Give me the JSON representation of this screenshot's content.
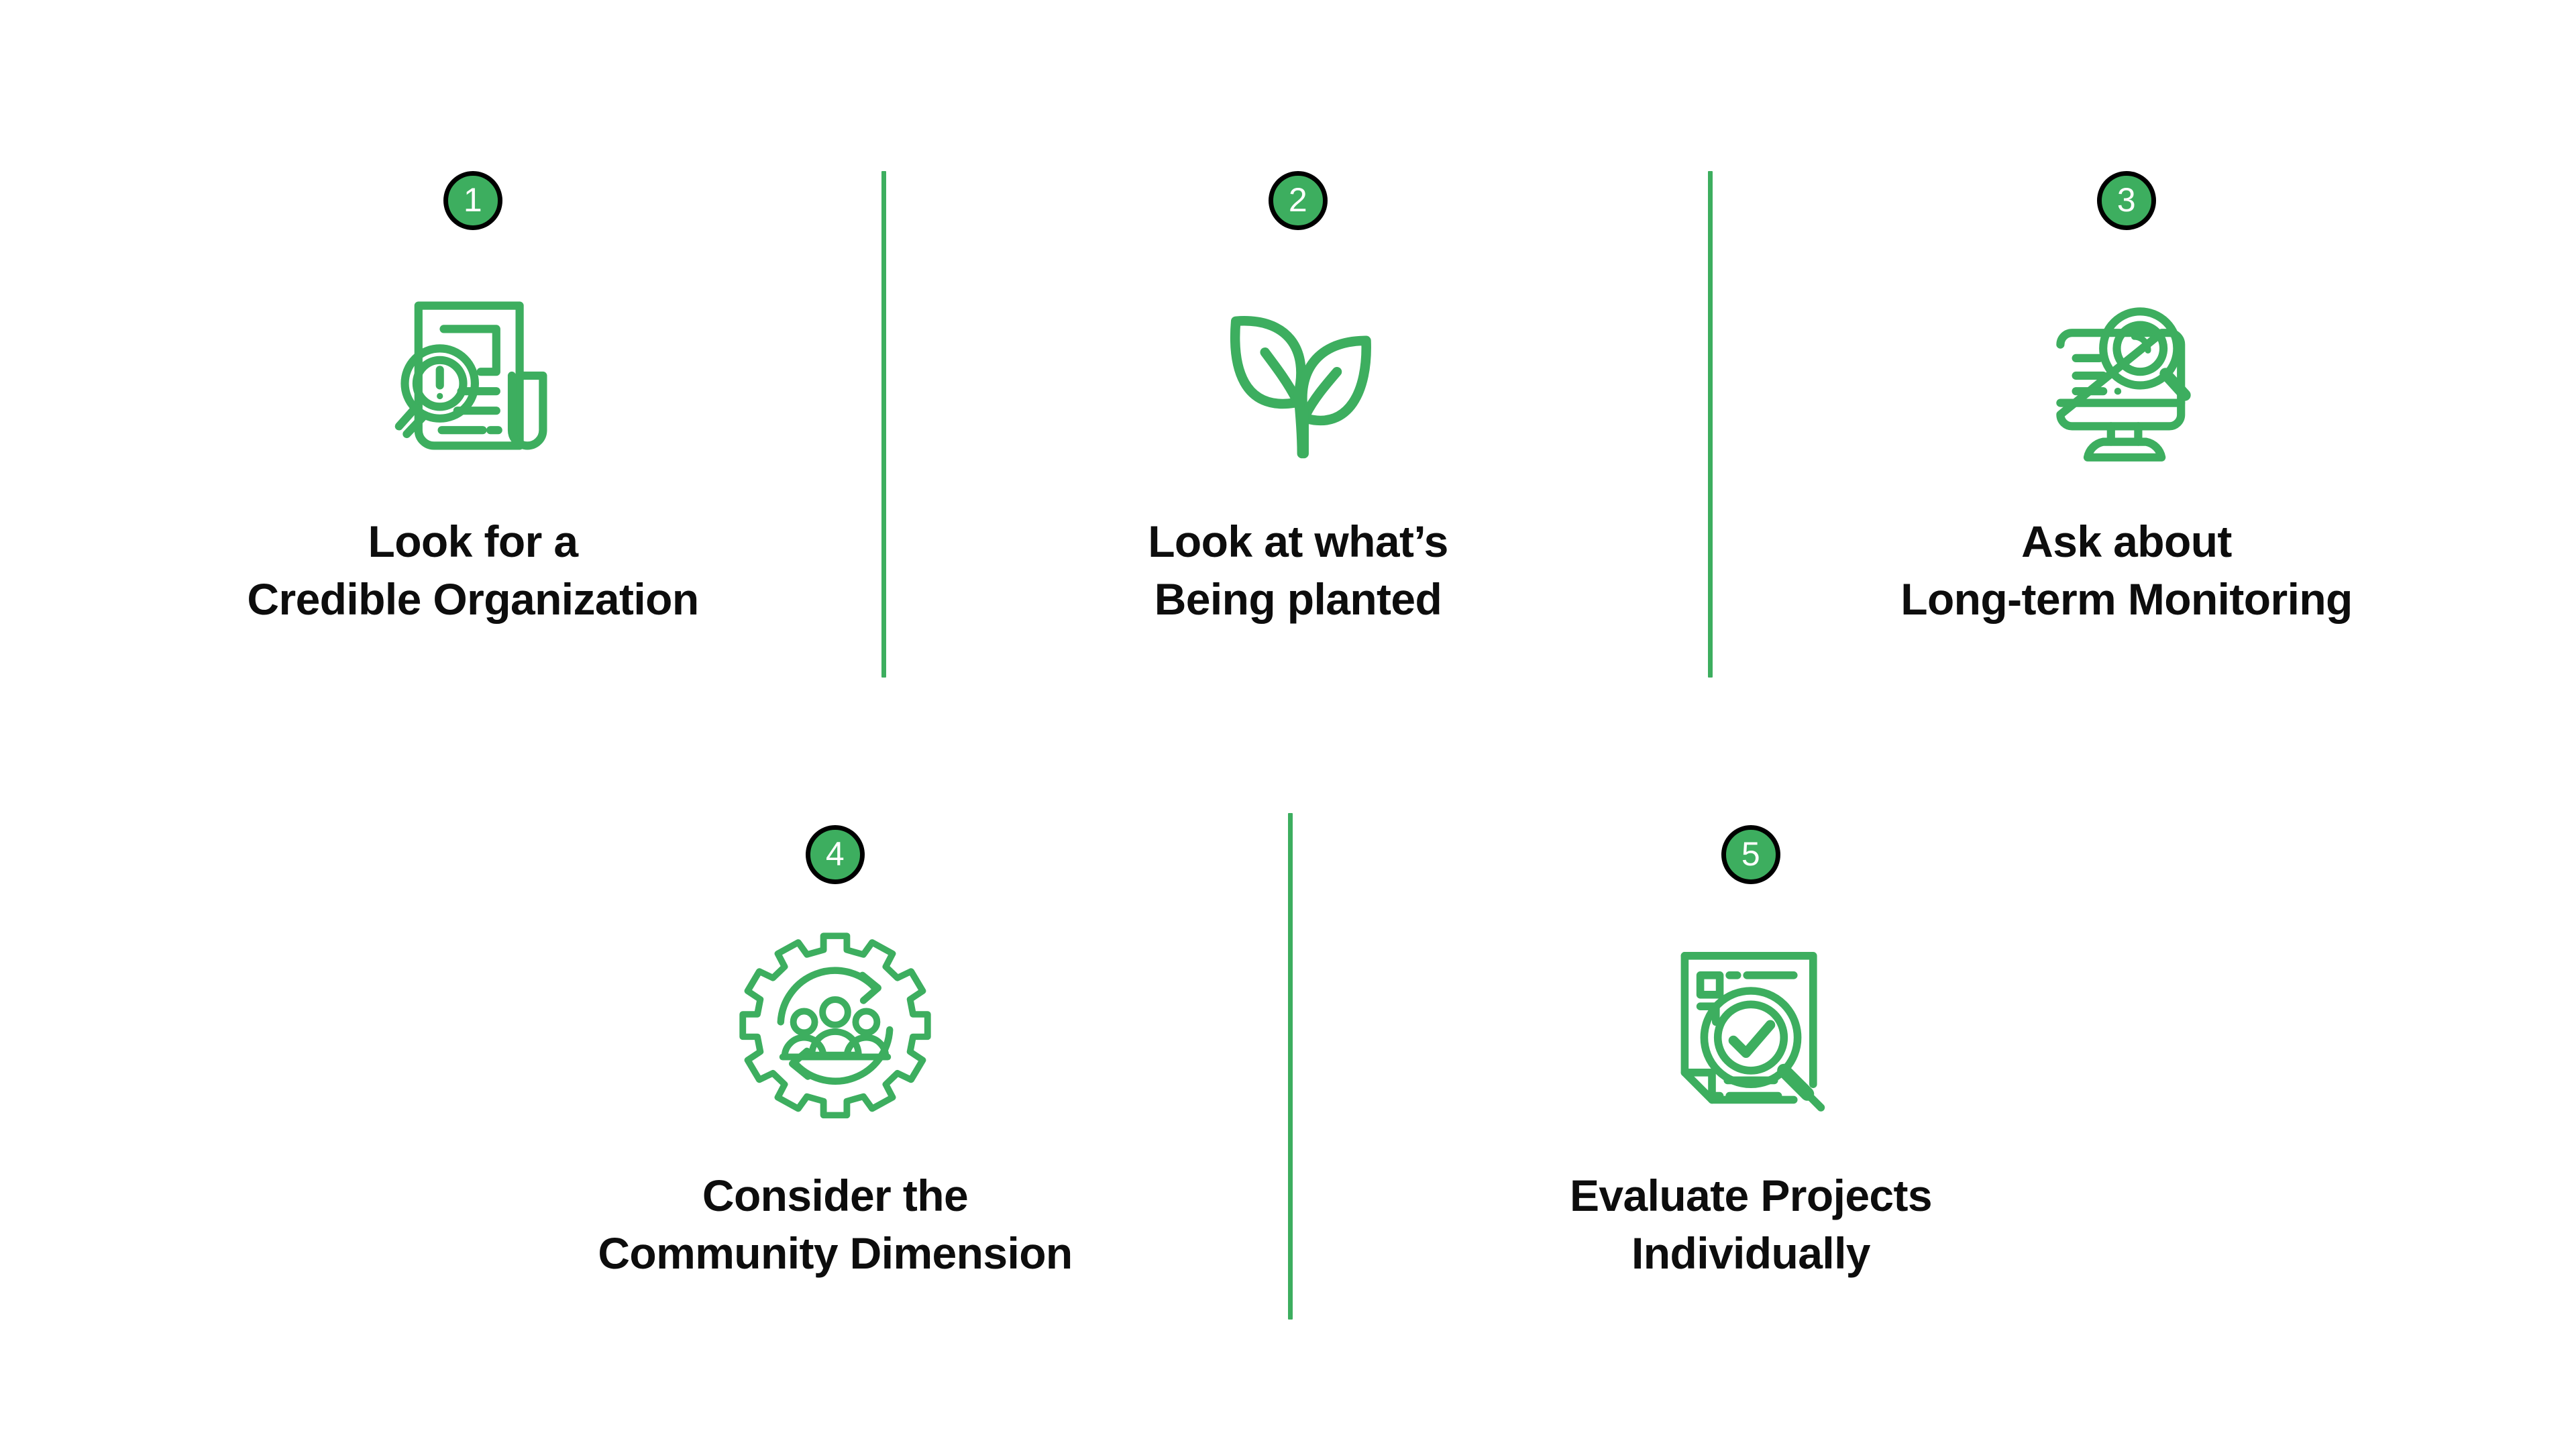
{
  "page": {
    "background_color": "#ffffff",
    "accent_color": "#3DAE5F",
    "text_color": "#0d0d0d",
    "badge_ring_color": "#000000",
    "badge_number_color": "#ffffff"
  },
  "steps": [
    {
      "number": "1",
      "icon": "document-magnifier-alert-icon",
      "line1": "Look for a",
      "line2": "Credible Organization"
    },
    {
      "number": "2",
      "icon": "sprout-plant-icon",
      "line1": "Look at what’s",
      "line2": "Being planted"
    },
    {
      "number": "3",
      "icon": "monitor-magnifier-icon",
      "line1": "Ask about",
      "line2": "Long-term Monitoring"
    },
    {
      "number": "4",
      "icon": "gear-people-cycle-icon",
      "line1": "Consider the",
      "line2": "Community Dimension"
    },
    {
      "number": "5",
      "icon": "document-magnifier-check-icon",
      "line1": "Evaluate Projects",
      "line2": "Individually"
    }
  ],
  "dividers": [
    {
      "name": "divider-row1-left"
    },
    {
      "name": "divider-row1-right"
    },
    {
      "name": "divider-row2"
    }
  ]
}
